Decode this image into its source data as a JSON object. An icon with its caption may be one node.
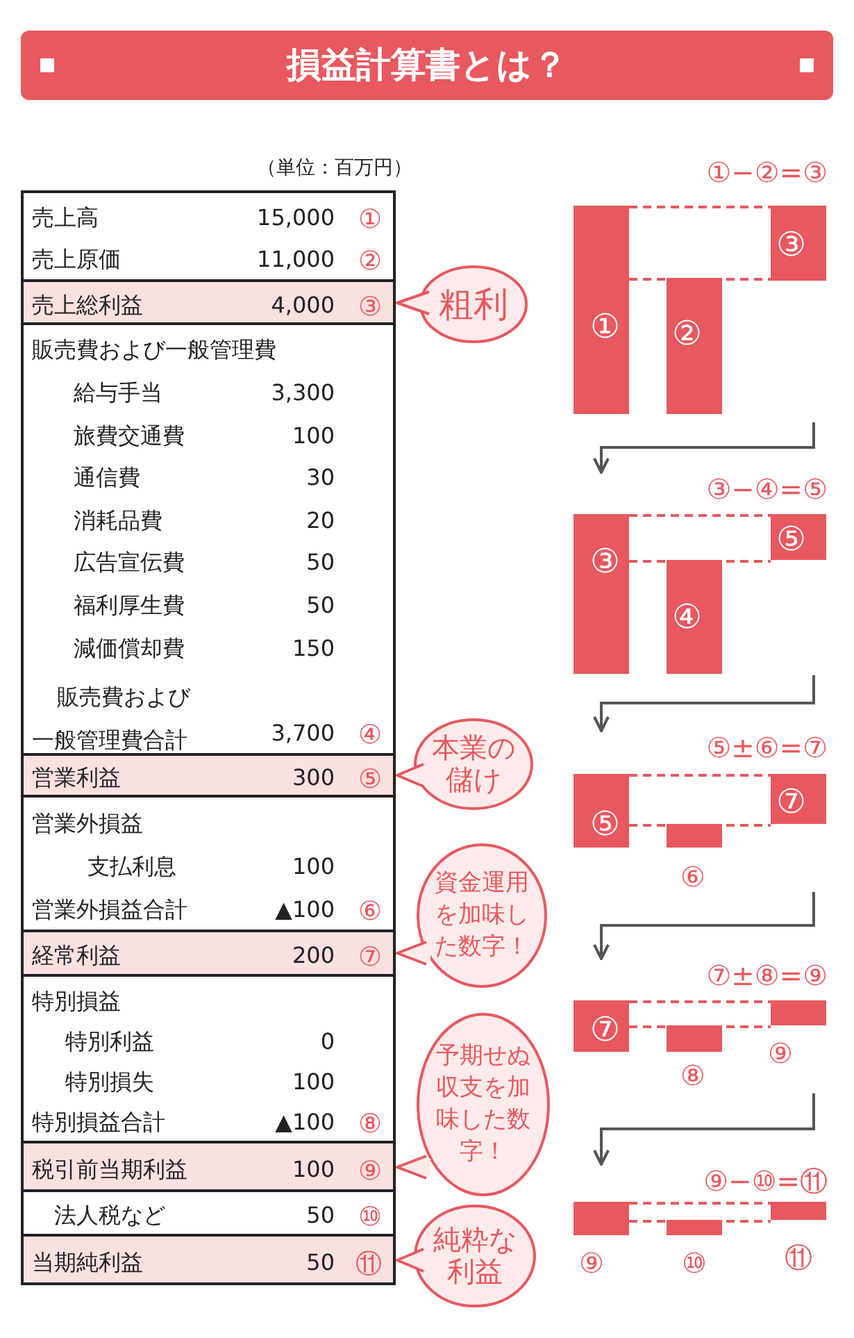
{
  "diagram": {
    "title": "損益計算書とは？",
    "nodes": [
      {
        "text": [
          "売上高",
          "15,000",
          "①",
          "売上原価",
          "11,000",
          "②"
        ]
      },
      {
        "text": [
          "売上総利益",
          "4,000",
          "③"
        ]
      },
      {
        "text": [
          "販売費および一般管理費",
          "給与手当",
          "3,300",
          "旅費交通費",
          "100",
          "通信費",
          "30",
          "消耗品費",
          "20",
          "広告宣伝費",
          "50",
          "福利厚生費",
          "50",
          "減価償却費",
          "150",
          "販売費および一般管理費合計",
          "3,700",
          "④"
        ]
      },
      {
        "text": [
          "営業利益",
          "300",
          "⑤"
        ]
      },
      {
        "text": [
          "営業外損益",
          "支払利息",
          "100",
          "営業外損益合計",
          "▲100",
          "⑥"
        ]
      },
      {
        "text": [
          "経常利益",
          "200",
          "⑦"
        ]
      },
      {
        "text": [
          "特別損益",
          "特別利益",
          "0",
          "特別損失",
          "100",
          "特別損益合計",
          "▲100",
          "⑧"
        ]
      },
      {
        "text": [
          "税引前当期利益",
          "100",
          "⑨"
        ]
      },
      {
        "text": [
          "法人税など",
          "50",
          "⑩"
        ]
      },
      {
        "text": [
          "当期純利益",
          "50",
          "⑪"
        ]
      },
      {
        "text": [
          "粗利"
        ]
      },
      {
        "text": [
          "本業の儲け"
        ]
      },
      {
        "text": [
          "資金運用を加味した数字！"
        ]
      },
      {
        "text": [
          "予期せぬ収支を加味した数字！"
        ]
      },
      {
        "text": [
          "純粋な利益"
        ]
      },
      {
        "text": [
          "①−②=③",
          "①",
          "③",
          "②"
        ]
      },
      {
        "text": [
          "③−④=⑤",
          "③",
          "⑤",
          "④"
        ]
      },
      {
        "text": [
          "⑤±⑥=⑦",
          "⑤",
          "⑦",
          "⑥"
        ]
      },
      {
        "text": [
          "⑦±⑧=⑨",
          "⑦",
          "⑨",
          "⑧"
        ]
      },
      {
        "text": [
          "⑨−⑩=⑪",
          "⑨",
          "⑩",
          "⑪"
        ]
      }
    ],
    "edges": [
      {
        "from": 15,
        "to": 16,
        "arrow": "to"
      },
      {
        "from": 16,
        "to": 17,
        "arrow": "to"
      },
      {
        "from": 17,
        "to": 18,
        "arrow": "to"
      },
      {
        "from": 18,
        "to": 19,
        "arrow": "to"
      }
    ],
    "labels": [
      "（単位：百万円）"
    ]
  }
}
